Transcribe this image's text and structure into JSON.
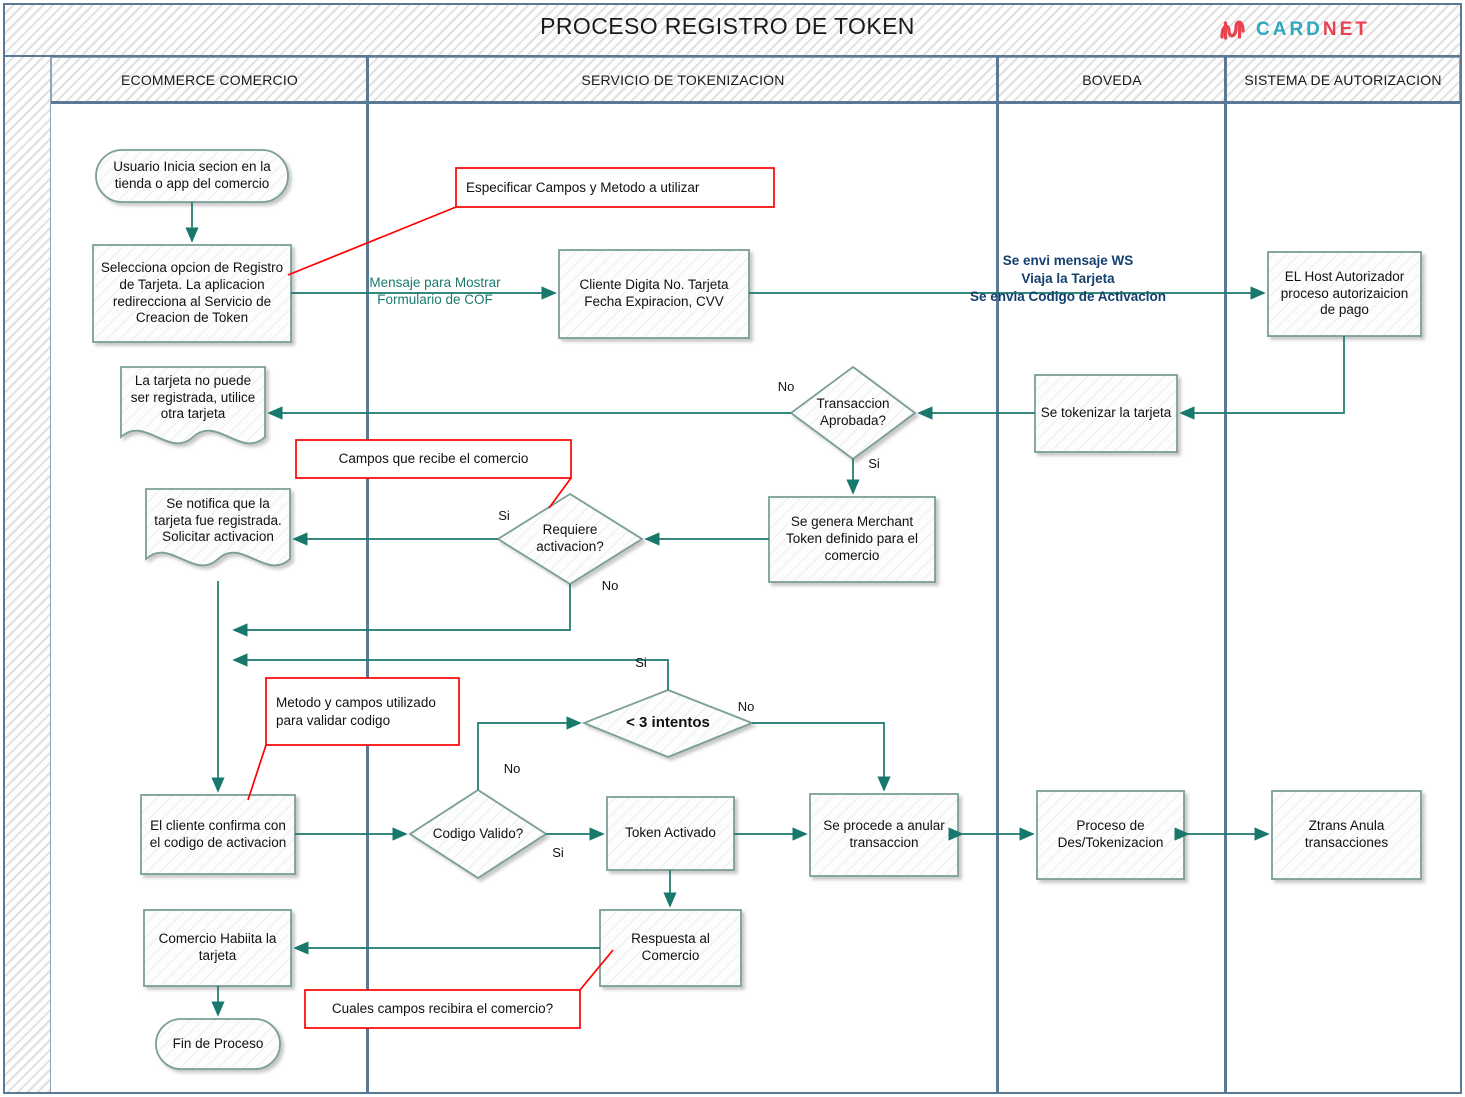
{
  "header": {
    "title": "PROCESO REGISTRO DE TOKEN",
    "logo": {
      "mark": "cardnet-squiggle-icon",
      "word_primary": "CARD",
      "word_secondary": "NET",
      "color_primary": "#2fa8bf",
      "color_secondary": "#e8424f",
      "mark_color": "#e8424f"
    }
  },
  "lanes": [
    {
      "id": "ecommerce",
      "label": "ECOMMERCE COMERCIO"
    },
    {
      "id": "tokenizacion",
      "label": "SERVICIO DE TOKENIZACION"
    },
    {
      "id": "boveda",
      "label": "BOVEDA"
    },
    {
      "id": "autorizacion",
      "label": "SISTEMA DE AUTORIZACION"
    }
  ],
  "colors": {
    "shape_stroke": "#7b9e97",
    "connector": "#19786c",
    "note_stroke": "#ff0000",
    "lane_divider": "#5b7894",
    "frame": "#5b7894",
    "blue_text": "#153f6e",
    "teal_text": "#1c7a6e"
  },
  "nodes": [
    {
      "id": "n-inicio",
      "shape": "terminator",
      "lane": "ecommerce",
      "text": "Usuario Inicia secion en la tienda o app del comercio"
    },
    {
      "id": "n-selecciona",
      "shape": "process",
      "lane": "ecommerce",
      "text": "Selecciona opcion de Registro de Tarjeta. La aplicacion redirecciona al Servicio de Creacion de Token"
    },
    {
      "id": "n-digita",
      "shape": "process",
      "lane": "tokenizacion",
      "text": "Cliente Digita No. Tarjeta Fecha Expiracion, CVV"
    },
    {
      "id": "n-host",
      "shape": "process",
      "lane": "autorizacion",
      "text": "EL  Host Autorizador proceso autorizaicion de pago"
    },
    {
      "id": "n-tokenizar",
      "shape": "process",
      "lane": "boveda",
      "text": "Se tokenizar la tarjeta"
    },
    {
      "id": "n-trxaprobada",
      "shape": "decision",
      "lane": "tokenizacion",
      "text": "Transaccion Aprobada?"
    },
    {
      "id": "n-nopuede",
      "shape": "document",
      "lane": "ecommerce",
      "text": "La tarjeta no puede ser registrada, utilice otra tarjeta"
    },
    {
      "id": "n-merchanttoken",
      "shape": "process",
      "lane": "tokenizacion",
      "text": "Se genera Merchant Token definido para el comercio"
    },
    {
      "id": "n-requiereact",
      "shape": "decision",
      "lane": "tokenizacion",
      "text": "Requiere activacion?"
    },
    {
      "id": "n-notifica",
      "shape": "document",
      "lane": "ecommerce",
      "text": "Se notifica que la tarjeta fue registrada. Solicitar activacion"
    },
    {
      "id": "n-intentos",
      "shape": "decision",
      "lane": "tokenizacion",
      "text": "< 3 intentos",
      "bold": true
    },
    {
      "id": "n-confirma",
      "shape": "process",
      "lane": "ecommerce",
      "text": "El cliente confirma con el codigo de activacion"
    },
    {
      "id": "n-codigovalido",
      "shape": "decision",
      "lane": "tokenizacion",
      "text": "Codigo Valido?"
    },
    {
      "id": "n-tokenactivado",
      "shape": "process",
      "lane": "tokenizacion",
      "text": "Token Activado"
    },
    {
      "id": "n-anular",
      "shape": "process",
      "lane": "tokenizacion",
      "text": "Se procede a anular transaccion"
    },
    {
      "id": "n-destoken",
      "shape": "process",
      "lane": "boveda",
      "text": "Proceso de Des/Tokenizacion"
    },
    {
      "id": "n-ztrans",
      "shape": "process",
      "lane": "autorizacion",
      "text": "Ztrans Anula transacciones"
    },
    {
      "id": "n-respuesta",
      "shape": "process",
      "lane": "tokenizacion",
      "text": "Respuesta al Comercio"
    },
    {
      "id": "n-habilita",
      "shape": "process",
      "lane": "ecommerce",
      "text": "Comercio Habiita la tarjeta"
    },
    {
      "id": "n-fin",
      "shape": "terminator",
      "lane": "ecommerce",
      "text": "Fin de Proceso"
    }
  ],
  "notes": [
    {
      "id": "note-especificar",
      "text": "Especificar Campos y Metodo a utilizar",
      "align": "left"
    },
    {
      "id": "note-campos",
      "text": "Campos que recibe el comercio",
      "align": "center"
    },
    {
      "id": "note-metodo",
      "text": "Metodo y campos utilizado para validar codigo",
      "align": "left"
    },
    {
      "id": "note-cuales",
      "text": "Cuales campos recibira el comercio?",
      "align": "center"
    }
  ],
  "edge_labels": [
    {
      "id": "lbl-mensaje-cof",
      "text": "Mensaje para Mostrar Formulario de COF",
      "style": "teal"
    },
    {
      "id": "lbl-ws",
      "text": "Se envi mensaje WS\nViaja la Tarjeta\nSe envia Codigo de Activacion",
      "style": "bluebold"
    },
    {
      "id": "lbl-trx-no",
      "text": "No",
      "style": "plain"
    },
    {
      "id": "lbl-trx-si",
      "text": "Si",
      "style": "plain"
    },
    {
      "id": "lbl-req-si",
      "text": "Si",
      "style": "plain"
    },
    {
      "id": "lbl-req-no",
      "text": "No",
      "style": "plain"
    },
    {
      "id": "lbl-int-si",
      "text": "Si",
      "style": "plain"
    },
    {
      "id": "lbl-int-no",
      "text": "No",
      "style": "plain"
    },
    {
      "id": "lbl-cod-no",
      "text": "No",
      "style": "plain"
    },
    {
      "id": "lbl-cod-si",
      "text": "Si",
      "style": "plain"
    }
  ]
}
